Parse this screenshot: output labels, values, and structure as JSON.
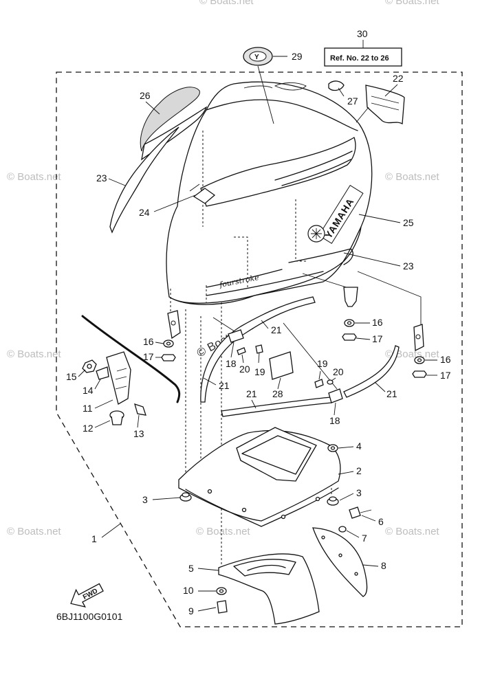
{
  "diagram": {
    "code": "6BJ1100G0101",
    "fwd_label": "FWD",
    "ref_box": "Ref. No. 22 to 26",
    "decal_logo": "Y",
    "brand_text": "YAMAHA",
    "fourstroke_text": "fourstroke",
    "watermark": "© Boats.net",
    "callouts": [
      "30",
      "29",
      "22",
      "26",
      "27",
      "23",
      "24",
      "25",
      "23",
      "16",
      "17",
      "16",
      "17",
      "21",
      "18",
      "20",
      "19",
      "28",
      "19",
      "20",
      "15",
      "14",
      "11",
      "12",
      "13",
      "21",
      "21",
      "21",
      "18",
      "16",
      "17",
      "4",
      "2",
      "3",
      "3",
      "6",
      "7",
      "8",
      "1",
      "5",
      "10",
      "9"
    ]
  }
}
